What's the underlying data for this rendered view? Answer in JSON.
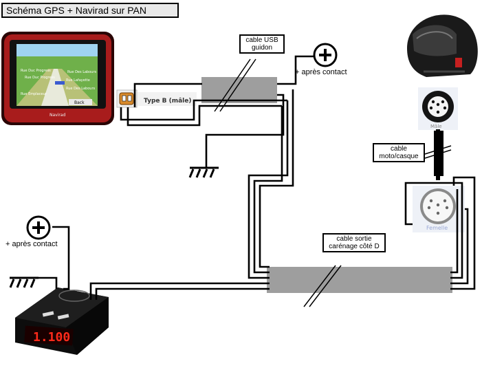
{
  "title": "Schéma GPS + Navirad sur PAN",
  "labels": {
    "cable_usb": [
      "cable USB",
      "guidon"
    ],
    "apres_contact_top": "+ après contact",
    "type_b": "Type B (mâle)",
    "apres_contact_left": "+ après contact",
    "cable_moto": [
      "cable",
      "moto/casque"
    ],
    "male": "Mâle",
    "femelle": "Femelle",
    "cable_sortie": [
      "cable sortie",
      "carénage côté D"
    ],
    "gps_menu": [
      "Rue Duc Progress",
      "Rue Duc Progress",
      "Rue Des Labours",
      "Rue Lafayette",
      "Rue Des Labours",
      "Rue Emplaceur"
    ],
    "gps_brand": "Navirad",
    "gps_btn": "Back",
    "radar_display": "1.100"
  },
  "colors": {
    "wire": "#000000",
    "bundle": "#9e9e9e",
    "gps_case": "#a81c1c",
    "gps_screen": "#6fb04a",
    "radar_led": "#ff2a1a",
    "connector": "#d98a2b"
  },
  "icons": [
    "gps-device",
    "helmet",
    "radar-detector",
    "ground-symbol",
    "plus-terminal",
    "din-connector-male",
    "din-connector-female",
    "usb-connector"
  ]
}
